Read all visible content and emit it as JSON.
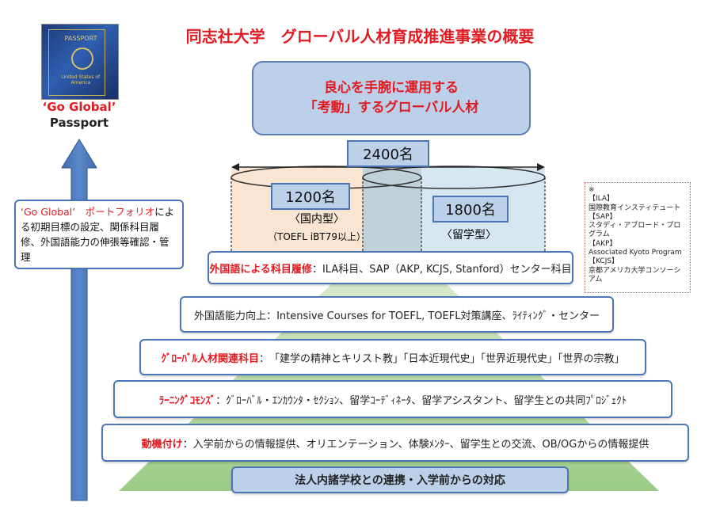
{
  "title": "同志社大学　グローバル人材育成推進事業の概要",
  "passport": {
    "caption_line1": "‘Go Global’",
    "caption_line2": "Passport",
    "cover_text": "PASSPORT",
    "cover_subtext": "United States of America"
  },
  "goal": {
    "line1": "良心を手腕に運用する",
    "line2": "「考動」するグローバル人材"
  },
  "total_label": "2400名",
  "domestic": {
    "count": "1200名",
    "type": "〈国内型〉",
    "req": "（TOEFL iBT79以上）"
  },
  "abroad": {
    "count": "1800名",
    "type": "〈留学型〉"
  },
  "side_note": {
    "part1": "‘Go Global’　ポートフォリオ",
    "part2": "による初期目標の設定、関係科目履修、外国語能力の伸張等確認・管理"
  },
  "glossary": [
    "※",
    "【ILA】",
    "国際教育インスティテュート",
    "【SAP】",
    "スタディ・アブロード・プログラム",
    "【AKP】",
    "Associated Kyoto Program",
    "【KCJS】",
    "京都アメリカ大学コンソーシアム"
  ],
  "tiers": [
    {
      "label": "外国語による科目履修",
      "sep": "：",
      "text": "ILA科目、SAP（AKP, KCJS, Stanford）センター科目"
    },
    {
      "label": "外国語能力向上",
      "sep": "：",
      "text": "Intensive Courses for TOEFL, TOEFL対策講座、ﾗｲﾃｨﾝｸﾞ・センター"
    },
    {
      "label": "ｸﾞﾛｰﾊﾞﾙ人材関連科目",
      "sep": "：",
      "text": "「建学の精神とキリスト教」「日本近現代史」「世界近現代史」「世界の宗教」"
    },
    {
      "label": "ﾗｰﾆﾝｸﾞｺﾓﾝｽﾞ",
      "sep": "：",
      "text": "ｸﾞﾛｰﾊﾞﾙ・ｴﾝｶｳﾝﾀ・ｾｸｼｮﾝ、留学ｺｰﾃﾞｨﾈｰﾀ、留学アシスタント、留学生との共同ﾌﾟﾛｼﾞｪｸﾄ"
    },
    {
      "label": "動機付け",
      "sep": "：",
      "text": "入学前からの情報提供、オリエンテーション、体験ﾒﾝﾀｰ、留学生との交流、OB/OGからの情報提供"
    }
  ],
  "base": "法人内諸学校との連携・入学前からの対応",
  "colors": {
    "accent_red": "#e11b22",
    "border_blue": "#4a76b8",
    "goal_fill": "#bdd0ea",
    "pyramid_green": "#b7d9a6"
  }
}
